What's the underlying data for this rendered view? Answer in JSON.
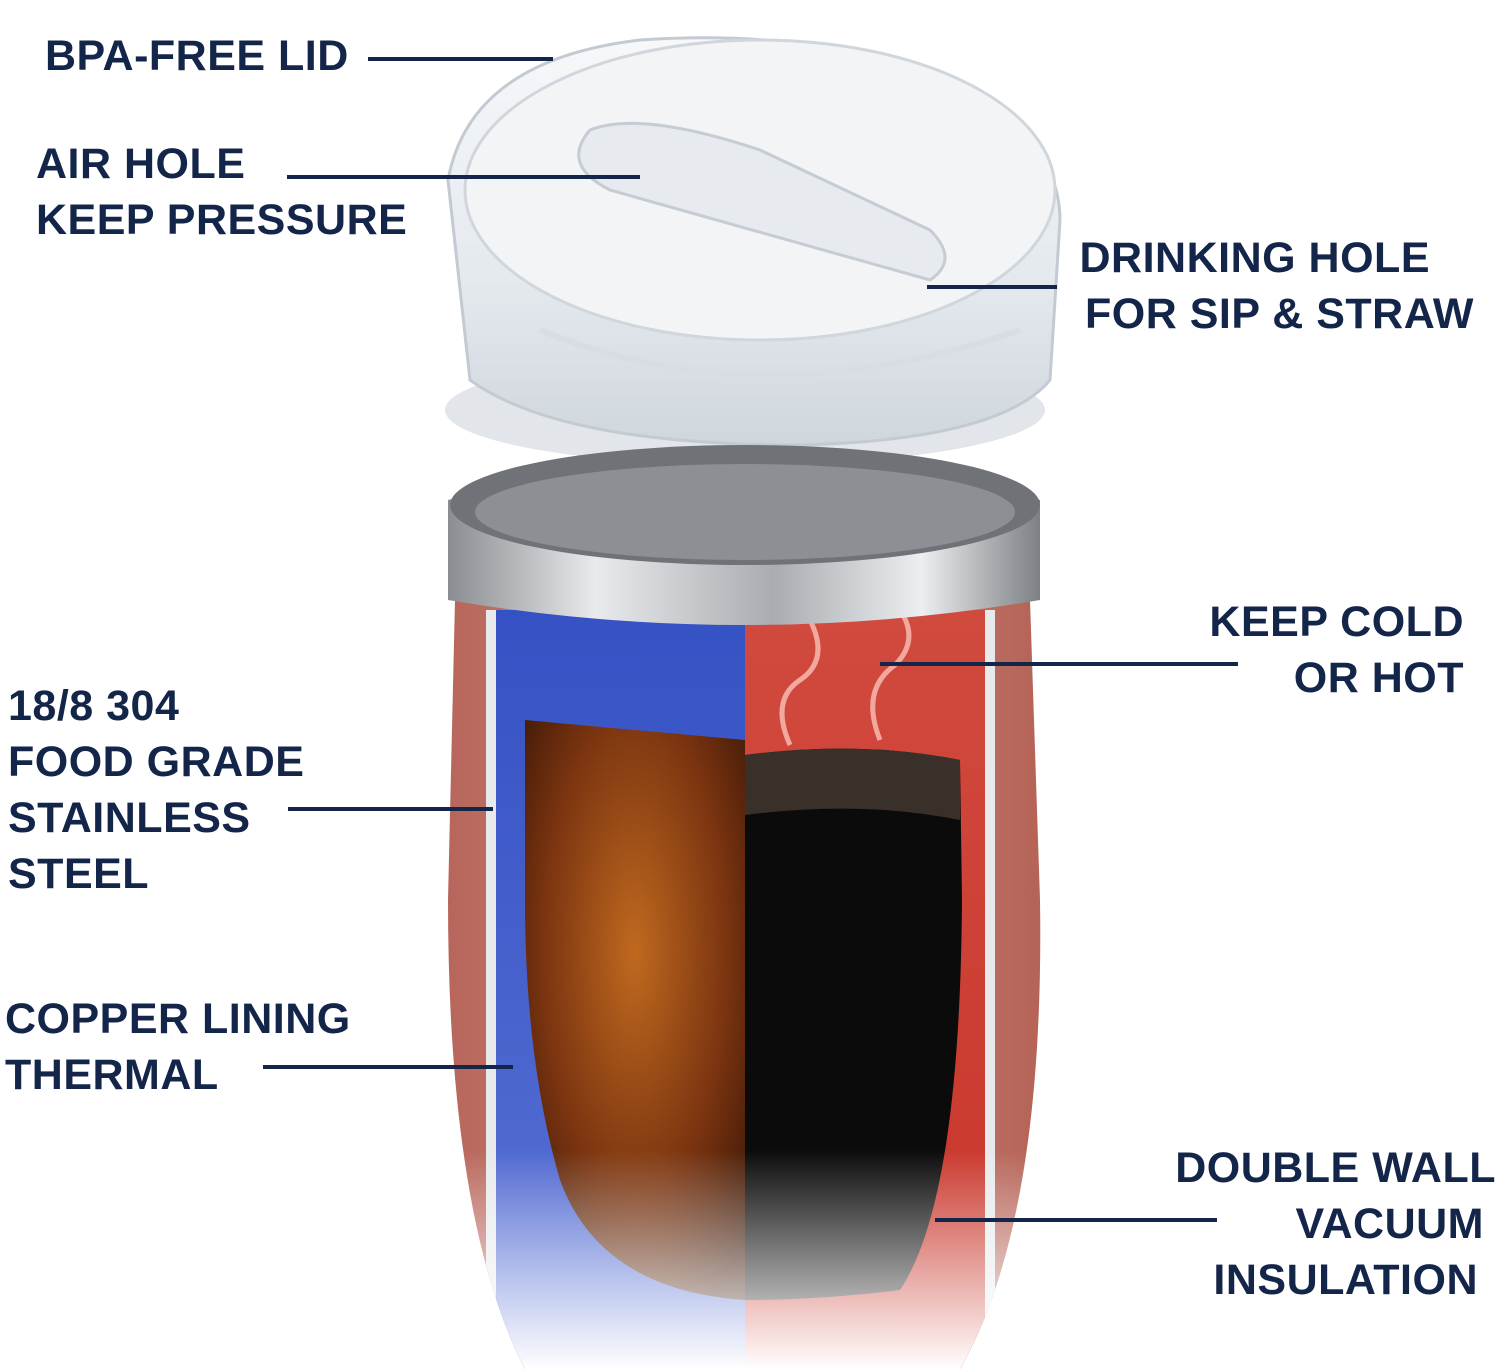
{
  "labels": {
    "bpa_free_lid": "BPA-FREE LID",
    "air_hole": [
      "AIR HOLE",
      "KEEP PRESSURE"
    ],
    "drinking_hole": [
      "DRINKING HOLE",
      "FOR SIP & STRAW"
    ],
    "keep_cold_hot": [
      "KEEP COLD",
      "OR HOT"
    ],
    "stainless_steel": [
      "18/8 304",
      "FOOD GRADE",
      "STAINLESS",
      "STEEL"
    ],
    "copper_lining": [
      "COPPER LINING",
      "THERMAL"
    ],
    "double_wall": [
      "DOUBLE WALL",
      "VACUUM",
      "INSULATION"
    ]
  },
  "colors": {
    "label_text": "#14254a",
    "cold_side": "#2f4fc9",
    "hot_side": "#d2382c",
    "tumbler_body": "#c77f73",
    "rim": "#b9bcc0"
  }
}
